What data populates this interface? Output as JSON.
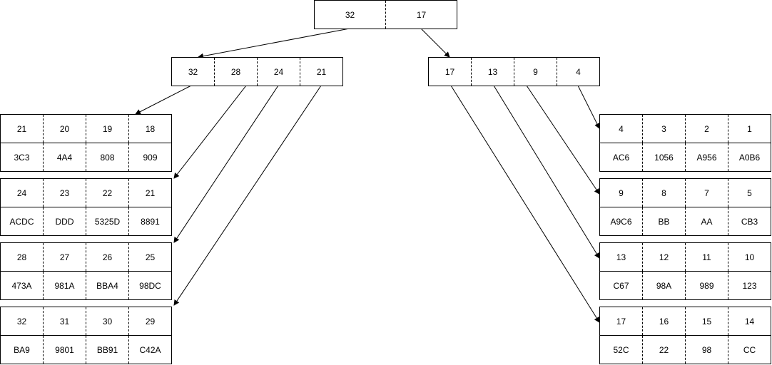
{
  "root": {
    "keys": [
      "32",
      "17"
    ]
  },
  "internal_left": {
    "keys": [
      "32",
      "28",
      "24",
      "21"
    ]
  },
  "internal_right": {
    "keys": [
      "17",
      "13",
      "9",
      "4"
    ]
  },
  "leaves_left": [
    {
      "keys": [
        "21",
        "20",
        "19",
        "18"
      ],
      "values": [
        "3C3",
        "4A4",
        "808",
        "909"
      ]
    },
    {
      "keys": [
        "24",
        "23",
        "22",
        "21"
      ],
      "values": [
        "ACDC",
        "DDD",
        "5325D",
        "8891"
      ]
    },
    {
      "keys": [
        "28",
        "27",
        "26",
        "25"
      ],
      "values": [
        "473A",
        "981A",
        "BBA4",
        "98DC"
      ]
    },
    {
      "keys": [
        "32",
        "31",
        "30",
        "29"
      ],
      "values": [
        "BA9",
        "9801",
        "BB91",
        "C42A"
      ]
    }
  ],
  "leaves_right": [
    {
      "keys": [
        "4",
        "3",
        "2",
        "1"
      ],
      "values": [
        "AC6",
        "1056",
        "A956",
        "A0B6"
      ]
    },
    {
      "keys": [
        "9",
        "8",
        "7",
        "5"
      ],
      "values": [
        "A9C6",
        "BB",
        "AA",
        "CB3"
      ]
    },
    {
      "keys": [
        "13",
        "12",
        "11",
        "10"
      ],
      "values": [
        "C67",
        "98A",
        "989",
        "123"
      ]
    },
    {
      "keys": [
        "17",
        "16",
        "15",
        "14"
      ],
      "values": [
        "52C",
        "22",
        "98",
        "CC"
      ]
    }
  ]
}
